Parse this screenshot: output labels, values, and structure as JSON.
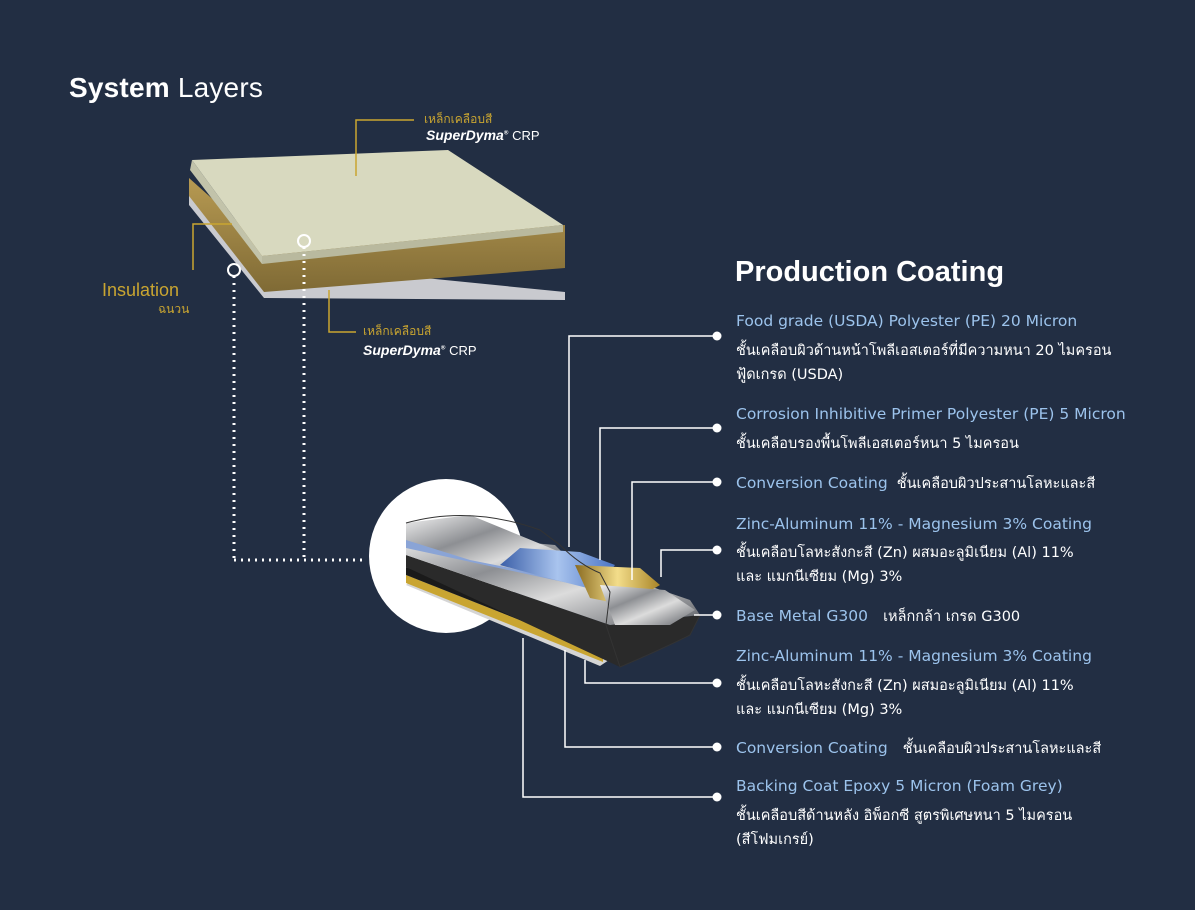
{
  "title": {
    "bold": "System",
    "light": "Layers"
  },
  "panel": {
    "top_label_thai": "เหล็กเคลือบสี",
    "top_brand": "SuperDyma",
    "top_brand_suffix": "CRP",
    "bottom_label_thai": "เหล็กเคลือบสี",
    "bottom_brand": "SuperDyma",
    "bottom_brand_suffix": "CRP",
    "insulation_label": "Insulation",
    "insulation_thai": "ฉนวน"
  },
  "production": {
    "title": "Production Coating",
    "layers": [
      {
        "en": "Food grade (USDA) Polyester  (PE) 20 Micron",
        "th": "ชั้นเคลือบผิวด้านหน้าโพลีเอสเตอร์ที่มีความหนา 20 ไมครอน",
        "th2": "ฟู้ดเกรด (USDA)"
      },
      {
        "en": "Corrosion Inhibitive Primer Polyester (PE) 5 Micron",
        "th": "ชั้นเคลือบรองพื้นโพลีเอสเตอร์หนา 5 ไมครอน"
      },
      {
        "en": "Conversion Coating",
        "th": "ชั้นเคลือบผิวประสานโลหะและสี"
      },
      {
        "en": "Zinc-Aluminum 11% - Magnesium 3% Coating",
        "th": "ชั้นเคลือบโลหะสังกะสี (Zn) ผสมอะลูมิเนียม (Al) 11%",
        "th2": "และ แมกนีเซียม (Mg) 3%"
      },
      {
        "en": "Base Metal G300",
        "th": "เหล็กกล้า เกรด G300"
      },
      {
        "en": "Zinc-Aluminum 11% - Magnesium 3% Coating",
        "th": "ชั้นเคลือบโลหะสังกะสี (Zn) ผสมอะลูมิเนียม (Al) 11%",
        "th2": "และ แมกนีเซียม (Mg) 3%"
      },
      {
        "en": "Conversion Coating",
        "th": "ชั้นเคลือบผิวประสานโลหะและสี"
      },
      {
        "en": "Backing Coat Epoxy 5 Micron (Foam Grey)",
        "th": "ชั้นเคลือบสีด้านหลัง อิพ็อกซี สูตรพิเศษหนา 5 ไมครอน",
        "th2": "(สีโฟมเกรย์)"
      }
    ]
  },
  "colors": {
    "background": "#222e43",
    "gold": "#c9a531",
    "label_blue": "#9cc3ec"
  }
}
